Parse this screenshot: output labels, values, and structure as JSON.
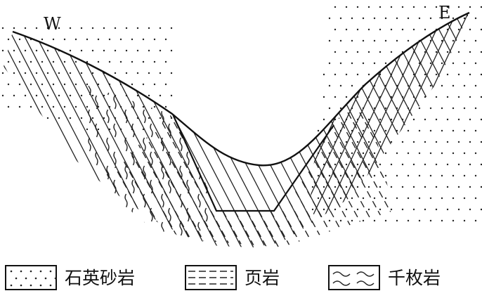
{
  "directions": {
    "west": "W",
    "east": "E"
  },
  "legend": [
    {
      "key": "sandstone",
      "label": "石英砂岩",
      "pattern": "dots"
    },
    {
      "key": "shale",
      "label": "页岩",
      "pattern": "dashes"
    },
    {
      "key": "phyllite",
      "label": "千枚岩",
      "pattern": "waves"
    }
  ]
}
